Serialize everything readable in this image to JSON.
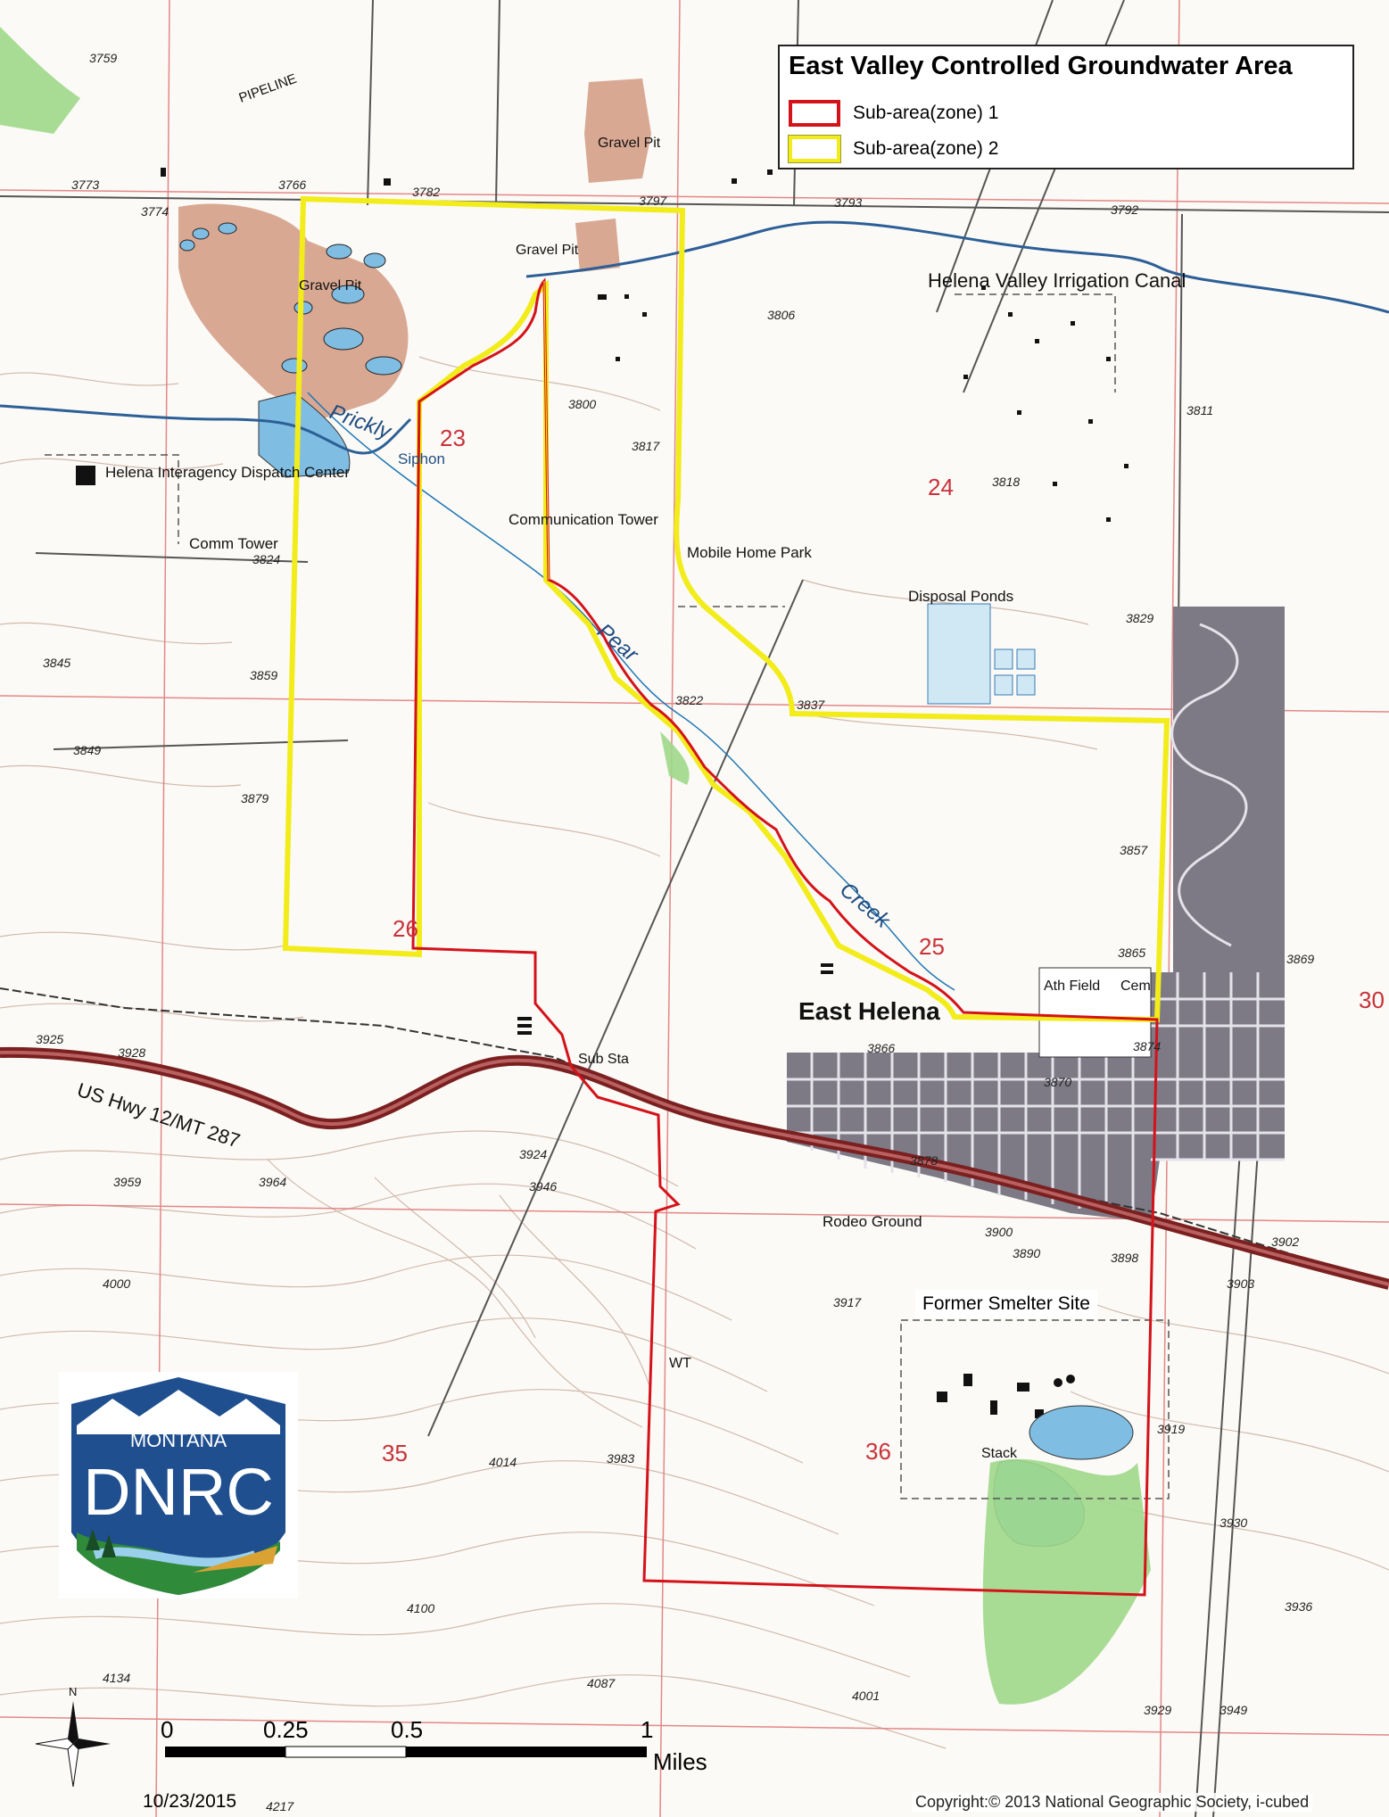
{
  "legend": {
    "title": "East Valley Controlled Groundwater Area",
    "items": [
      {
        "label": "Sub-area(zone) 1",
        "border_color": "#d4121a"
      },
      {
        "label": "Sub-area(zone) 2",
        "border_color": "#f2ec1b"
      }
    ]
  },
  "map_labels": {
    "canal": "Helena Valley Irrigation Canal",
    "smelter": "Former Smelter Site",
    "highway": "US Hwy 12/MT 287",
    "town": "East Helena",
    "pipeline": "PIPELINE",
    "gravel_pit_1": "Gravel Pit",
    "gravel_pit_2": "Gravel Pit",
    "gravel_pit_3": "Gravel Pit",
    "prickly": "Prickly",
    "siphon": "Siphon",
    "dispatch_center": "Helena Interagency Dispatch Center",
    "comm_tower_1": "Comm Tower",
    "comm_tower_2": "Communication Tower",
    "mobile_home": "Mobile Home Park",
    "disposal_ponds": "Disposal Ponds",
    "pear": "Pear",
    "creek": "Creek",
    "sub_sta": "Sub Sta",
    "rodeo": "Rodeo Ground",
    "stack": "Stack",
    "ath_field": "Ath Field",
    "cem": "Cem",
    "wt": "WT"
  },
  "sections": [
    "23",
    "24",
    "25",
    "26",
    "35",
    "36",
    "30"
  ],
  "elevations": [
    "3759",
    "3766",
    "3774",
    "3773",
    "3782",
    "3797",
    "3793",
    "3792",
    "3800",
    "3806",
    "3811",
    "3817",
    "3818",
    "3822",
    "3824",
    "3829",
    "3837",
    "3845",
    "3849",
    "3857",
    "3859",
    "3865",
    "3866",
    "3869",
    "3870",
    "3874",
    "3878",
    "3879",
    "3890",
    "3898",
    "3900",
    "3902",
    "3903",
    "3917",
    "3919",
    "3924",
    "3925",
    "3928",
    "3929",
    "3930",
    "3936",
    "3946",
    "3949",
    "3959",
    "3964",
    "3983",
    "4000",
    "4001",
    "4014",
    "4087",
    "4100",
    "4134",
    "4217"
  ],
  "logo": {
    "line1": "MONTANA",
    "line2": "DNRC"
  },
  "scale_bar": {
    "ticks": [
      "0",
      "0.25",
      "0.5",
      "1"
    ],
    "unit": "Miles"
  },
  "north_arrow": {
    "label": "N"
  },
  "footer": {
    "date": "10/23/2015",
    "copyright": "Copyright:© 2013 National Geographic Society, i-cubed"
  },
  "colors": {
    "zone1": "#d4121a",
    "zone2": "#f2ec1b",
    "town_fill": "#7d7a86",
    "gravel_fill": "#d9a893",
    "water": "#7fbde3",
    "vegetation": "#9fd88a",
    "section_line": "#e07b7b",
    "highway": "#7a2020"
  }
}
